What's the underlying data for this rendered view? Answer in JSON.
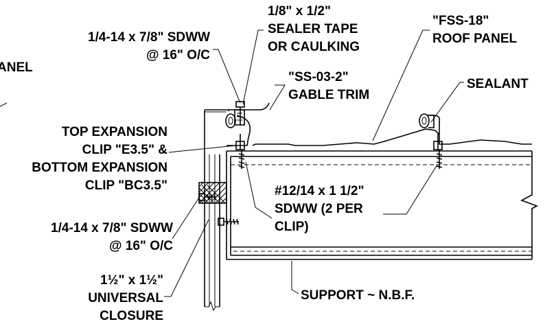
{
  "callouts": {
    "panel_edge": "ANEL",
    "screw_top": [
      "1/4-14 x 7/8\" SDWW",
      "@ 16\" O/C"
    ],
    "sealer_tape": [
      "1/8\" x 1/2\"",
      "SEALER TAPE",
      "OR CAULKING"
    ],
    "roof_panel": [
      "\"FSS-18\"",
      "ROOF PANEL"
    ],
    "gable_trim": [
      "\"SS-03-2\"",
      "GABLE TRIM"
    ],
    "sealant": "SEALANT",
    "expansion_clip": [
      "TOP EXPANSION",
      "CLIP \"E3.5\" &",
      "BOTTOM EXPANSION",
      "CLIP \"BC3.5\""
    ],
    "clip_screw": [
      "#12/14 x 1 1/2\"",
      "SDWW (2 PER",
      "CLIP)"
    ],
    "screw_bottom": [
      "1/4-14 x 7/8\" SDWW",
      "@ 16\" O/C"
    ],
    "closure": [
      "1½\" x 1½\"",
      "UNIVERSAL",
      "CLOSURE"
    ],
    "support": "SUPPORT ~ N.B.F."
  }
}
